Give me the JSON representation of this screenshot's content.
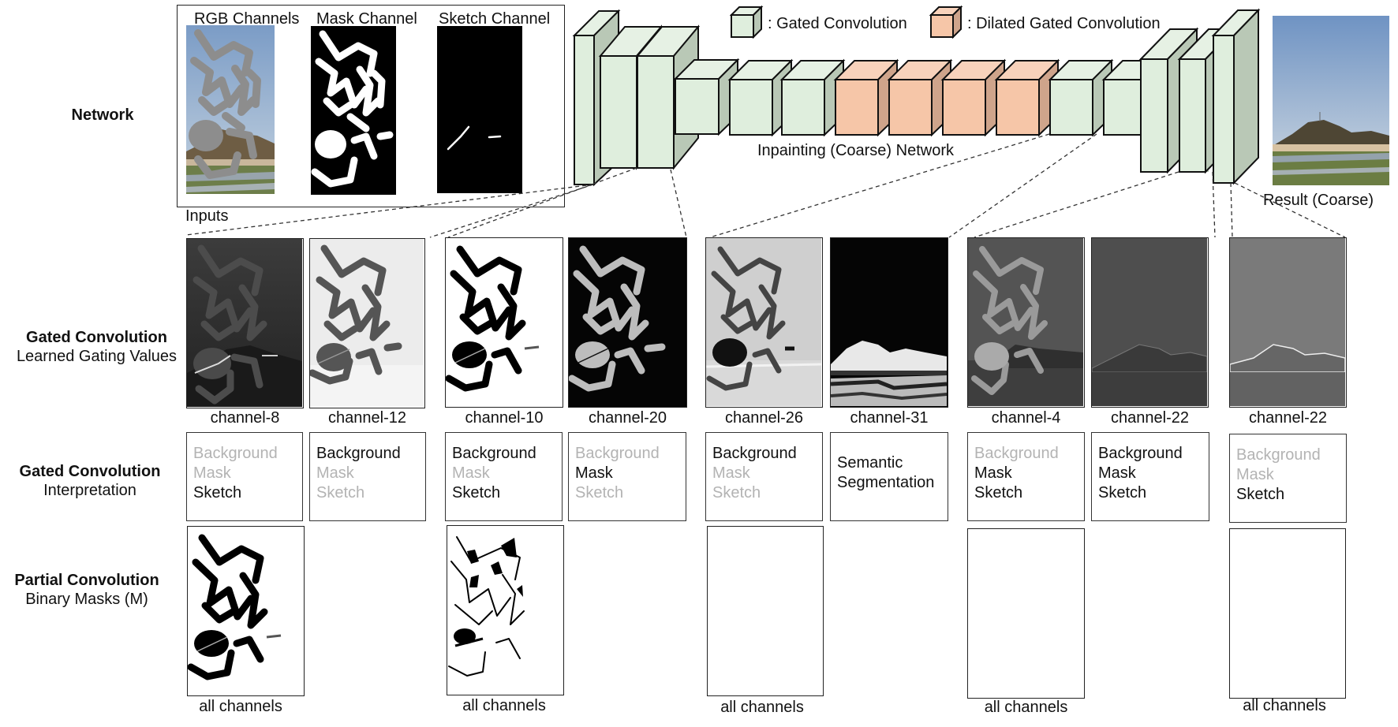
{
  "row_labels": {
    "network": {
      "title": "Network"
    },
    "gating": {
      "title": "Gated Convolution",
      "subtitle": "Learned Gating Values"
    },
    "interpretation": {
      "title": "Gated Convolution",
      "subtitle": "Interpretation"
    },
    "partial": {
      "title": "Partial Convolution",
      "subtitle": "Binary Masks (M)"
    }
  },
  "inputs": {
    "label": "Inputs",
    "channels": [
      {
        "title": "RGB Channels"
      },
      {
        "title": "Mask Channel"
      },
      {
        "title": "Sketch Channel"
      }
    ]
  },
  "legend": {
    "gated": {
      "label": ": Gated Convolution",
      "color": "#dfeedd"
    },
    "dilated": {
      "label": ": Dilated Gated Convolution",
      "color": "#f6c6a8"
    }
  },
  "network": {
    "label": "Inpainting (Coarse) Network",
    "result_label": "Result (Coarse)",
    "colors": {
      "gated_front": "#dfeedd",
      "gated_side": "#b9c8b6",
      "gated_top": "#e6f1e4",
      "dilated_front": "#f6c6a8",
      "dilated_side": "#cfa48b",
      "dilated_top": "#f8d2bb"
    }
  },
  "gating_panels": [
    {
      "channel": "channel-8",
      "tone": "dark"
    },
    {
      "channel": "channel-12",
      "tone": "light"
    },
    {
      "channel": "channel-10",
      "tone": "white"
    },
    {
      "channel": "channel-20",
      "tone": "black"
    },
    {
      "channel": "channel-26",
      "tone": "grey-light"
    },
    {
      "channel": "channel-31",
      "tone": "black-segment"
    },
    {
      "channel": "channel-4",
      "tone": "grey-dark"
    },
    {
      "channel": "channel-22",
      "tone": "grey-mid"
    },
    {
      "channel": "channel-22",
      "tone": "grey-flat"
    }
  ],
  "interpretations": [
    {
      "lines": [
        {
          "text": "Background",
          "active": false
        },
        {
          "text": "Mask",
          "active": false
        },
        {
          "text": "Sketch",
          "active": true
        }
      ]
    },
    {
      "lines": [
        {
          "text": "Background",
          "active": true
        },
        {
          "text": "Mask",
          "active": false
        },
        {
          "text": "Sketch",
          "active": false
        }
      ]
    },
    {
      "lines": [
        {
          "text": "Background",
          "active": true
        },
        {
          "text": "Mask",
          "active": false
        },
        {
          "text": "Sketch",
          "active": true
        }
      ]
    },
    {
      "lines": [
        {
          "text": "Background",
          "active": false
        },
        {
          "text": "Mask",
          "active": true
        },
        {
          "text": "Sketch",
          "active": false
        }
      ]
    },
    {
      "lines": [
        {
          "text": "Background",
          "active": true
        },
        {
          "text": "Mask",
          "active": false
        },
        {
          "text": "Sketch",
          "active": false
        }
      ]
    },
    {
      "lines": [
        {
          "text": "Semantic",
          "active": true
        },
        {
          "text": "Segmentation",
          "active": true
        }
      ]
    },
    {
      "lines": [
        {
          "text": "Background",
          "active": false
        },
        {
          "text": "Mask",
          "active": true
        },
        {
          "text": "Sketch",
          "active": true
        }
      ]
    },
    {
      "lines": [
        {
          "text": "Background",
          "active": true
        },
        {
          "text": "Mask",
          "active": true
        },
        {
          "text": "Sketch",
          "active": true
        }
      ]
    },
    {
      "lines": [
        {
          "text": "Background",
          "active": false
        },
        {
          "text": "Mask",
          "active": false
        },
        {
          "text": "Sketch",
          "active": true
        }
      ]
    }
  ],
  "partial_masks": [
    {
      "caption": "all channels",
      "content": "thick-strokes"
    },
    {
      "caption": "all channels",
      "content": "thin-strokes"
    },
    {
      "caption": "all channels",
      "content": "empty"
    },
    {
      "caption": "all channels",
      "content": "empty"
    },
    {
      "caption": "all channels",
      "content": "empty"
    }
  ]
}
